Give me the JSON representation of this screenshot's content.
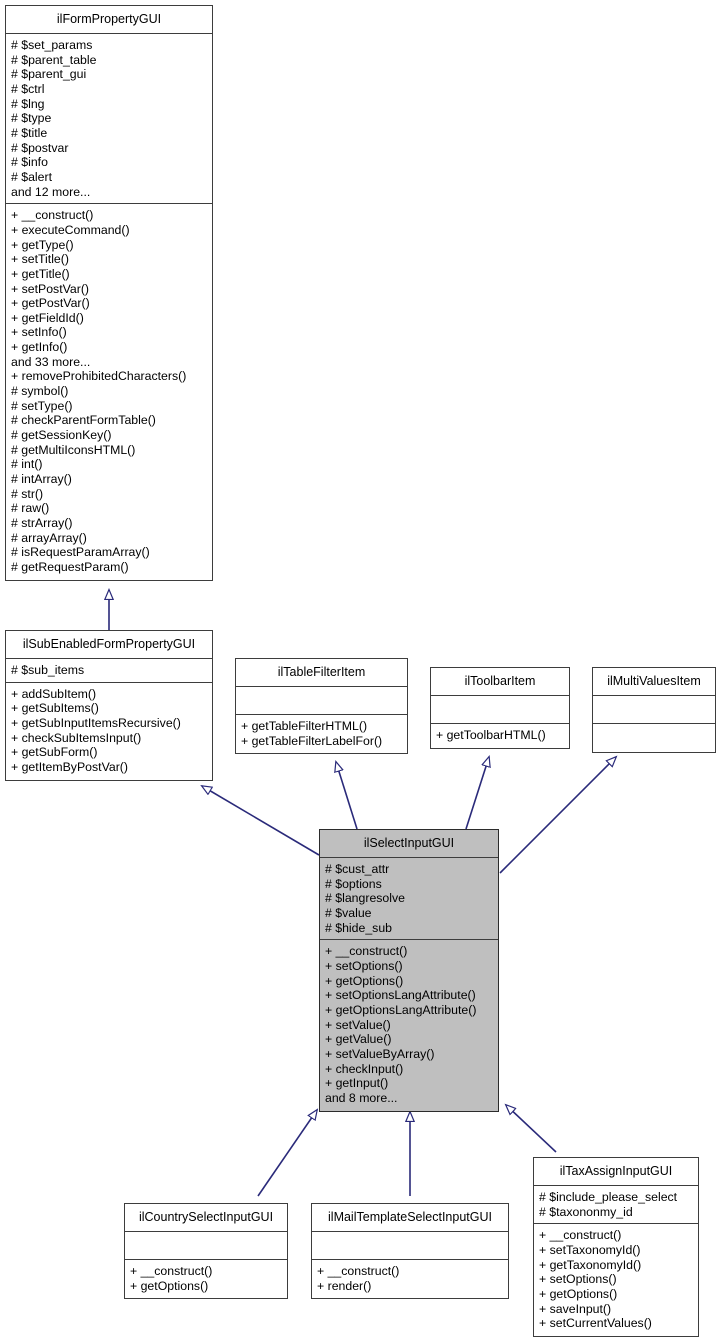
{
  "diagram": {
    "type": "uml-class-diagram",
    "title": "ilSelectInputGUI class inheritance graph",
    "edge_color": "#2a2a7a",
    "highlight_fill": "#bfbfbf",
    "border_color": "#3d3d3d",
    "background": "#ffffff",
    "relationship": "generalization"
  },
  "nodes": {
    "ilFormPropertyGUI": {
      "name": "ilFormPropertyGUI",
      "attributes": [
        "# $set_params",
        "# $parent_table",
        "# $parent_gui",
        "# $ctrl",
        "# $lng",
        "# $type",
        "# $title",
        "# $postvar",
        "# $info",
        "# $alert",
        "and 12 more..."
      ],
      "operations": [
        "+ __construct()",
        "+ executeCommand()",
        "+ getType()",
        "+ setTitle()",
        "+ getTitle()",
        "+ setPostVar()",
        "+ getPostVar()",
        "+ getFieldId()",
        "+ setInfo()",
        "+ getInfo()",
        "and 33 more...",
        "+ removeProhibitedCharacters()",
        "# symbol()",
        "# setType()",
        "# checkParentFormTable()",
        "# getSessionKey()",
        "# getMultiIconsHTML()",
        "# int()",
        "# intArray()",
        "# str()",
        "# raw()",
        "# strArray()",
        "# arrayArray()",
        "# isRequestParamArray()",
        "# getRequestParam()"
      ]
    },
    "ilSubEnabledFormPropertyGUI": {
      "name": "ilSubEnabledFormPropertyGUI",
      "attributes": [
        "# $sub_items"
      ],
      "operations": [
        "+ addSubItem()",
        "+ getSubItems()",
        "+ getSubInputItemsRecursive()",
        "+ checkSubItemsInput()",
        "+ getSubForm()",
        "+ getItemByPostVar()"
      ]
    },
    "ilTableFilterItem": {
      "name": "ilTableFilterItem",
      "attributes": [],
      "operations": [
        "+ getTableFilterHTML()",
        "+ getTableFilterLabelFor()"
      ]
    },
    "ilToolbarItem": {
      "name": "ilToolbarItem",
      "attributes": [],
      "operations": [
        "+ getToolbarHTML()"
      ]
    },
    "ilMultiValuesItem": {
      "name": "ilMultiValuesItem",
      "attributes": [],
      "operations": []
    },
    "ilSelectInputGUI": {
      "name": "ilSelectInputGUI",
      "attributes": [
        "# $cust_attr",
        "# $options",
        "# $langresolve",
        "# $value",
        "# $hide_sub"
      ],
      "operations": [
        "+ __construct()",
        "+ setOptions()",
        "+ getOptions()",
        "+ setOptionsLangAttribute()",
        "+ getOptionsLangAttribute()",
        "+ setValue()",
        "+ getValue()",
        "+ setValueByArray()",
        "+ checkInput()",
        "+ getInput()",
        "and 8 more..."
      ]
    },
    "ilCountrySelectInputGUI": {
      "name": "ilCountrySelectInputGUI",
      "attributes": [],
      "operations": [
        "+ __construct()",
        "+ getOptions()"
      ]
    },
    "ilMailTemplateSelectInputGUI": {
      "name": "ilMailTemplateSelectInputGUI",
      "attributes": [],
      "operations": [
        "+ __construct()",
        "+ render()"
      ]
    },
    "ilTaxAssignInputGUI": {
      "name": "ilTaxAssignInputGUI",
      "attributes": [
        "# $include_please_select",
        "# $taxononmy_id"
      ],
      "operations": [
        "+ __construct()",
        "+ setTaxonomyId()",
        "+ getTaxonomyId()",
        "+ setOptions()",
        "+ getOptions()",
        "+ saveInput()",
        "+ setCurrentValues()"
      ]
    }
  },
  "edges": [
    {
      "from": "ilSubEnabledFormPropertyGUI",
      "to": "ilFormPropertyGUI"
    },
    {
      "from": "ilSelectInputGUI",
      "to": "ilSubEnabledFormPropertyGUI"
    },
    {
      "from": "ilSelectInputGUI",
      "to": "ilTableFilterItem"
    },
    {
      "from": "ilSelectInputGUI",
      "to": "ilToolbarItem"
    },
    {
      "from": "ilSelectInputGUI",
      "to": "ilMultiValuesItem"
    },
    {
      "from": "ilCountrySelectInputGUI",
      "to": "ilSelectInputGUI"
    },
    {
      "from": "ilMailTemplateSelectInputGUI",
      "to": "ilSelectInputGUI"
    },
    {
      "from": "ilTaxAssignInputGUI",
      "to": "ilSelectInputGUI"
    }
  ]
}
